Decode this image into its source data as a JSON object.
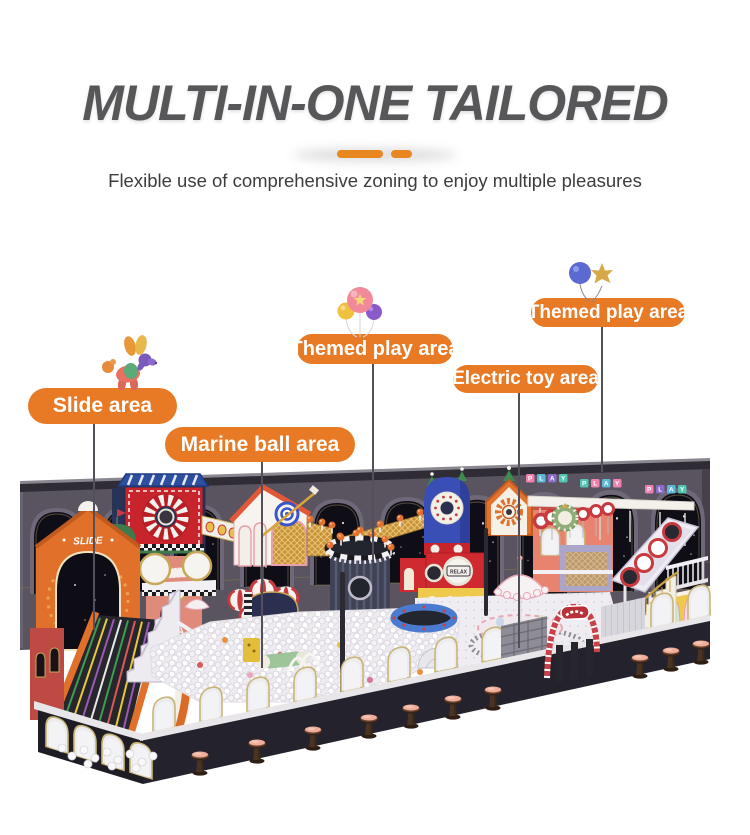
{
  "header": {
    "title": "MULTI-IN-ONE TAILORED",
    "subtitle": "Flexible use of comprehensive zoning to enjoy multiple pleasures"
  },
  "colors": {
    "accent_orange": "#E87A26",
    "divider_orange": "#E8861F",
    "title_gray": "#57575A",
    "leader_line_gray": "#53505A"
  },
  "callouts": [
    {
      "id": "slide-area",
      "text": "Slide area"
    },
    {
      "id": "marine-ball-area",
      "text": "Marine ball area"
    },
    {
      "id": "themed-play-area-center",
      "text": "Themed play area"
    },
    {
      "id": "electric-toy-area",
      "text": "Electric toy area"
    },
    {
      "id": "themed-play-area-right",
      "text": "Themed play area"
    }
  ],
  "illustration": {
    "slide_sign": "SLIDE",
    "relax_sign": "RELAX",
    "play_tiles": [
      "P",
      "L",
      "A",
      "Y"
    ]
  }
}
